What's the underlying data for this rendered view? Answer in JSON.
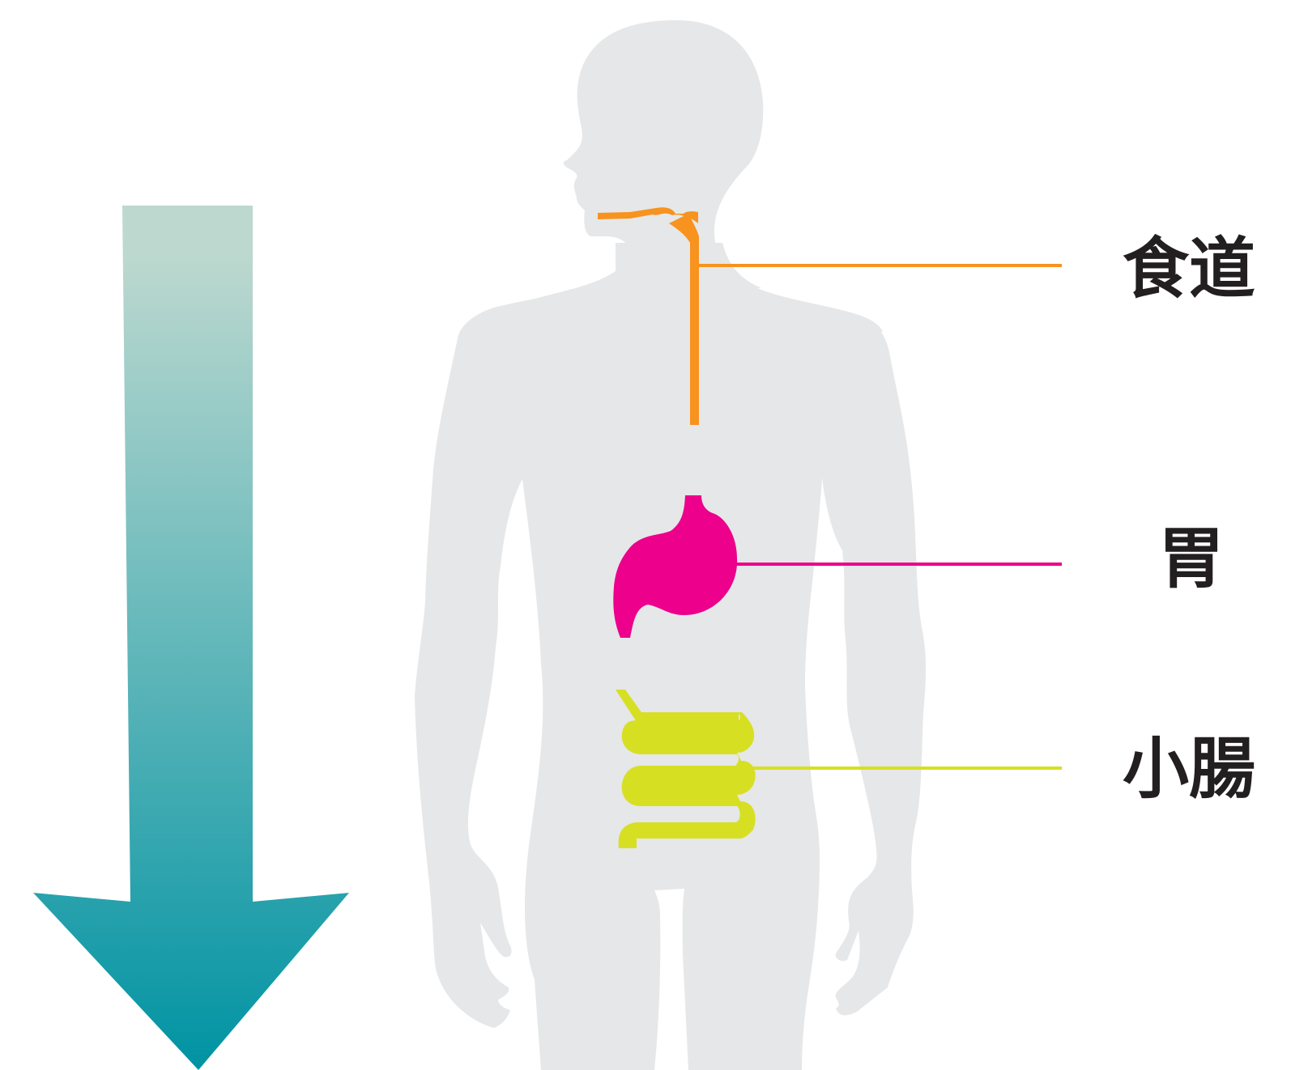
{
  "diagram": {
    "labels": {
      "esophagus": "食道",
      "stomach": "胃",
      "small_intestine": "小腸"
    },
    "colors": {
      "body": "#e6e7e8",
      "esophagus": "#f7931e",
      "stomach": "#ec008c",
      "small_intestine": "#d7df23",
      "arrow_top": "#bcd8cf",
      "arrow_bottom": "#0093a3",
      "label_text": "#231f20"
    }
  }
}
